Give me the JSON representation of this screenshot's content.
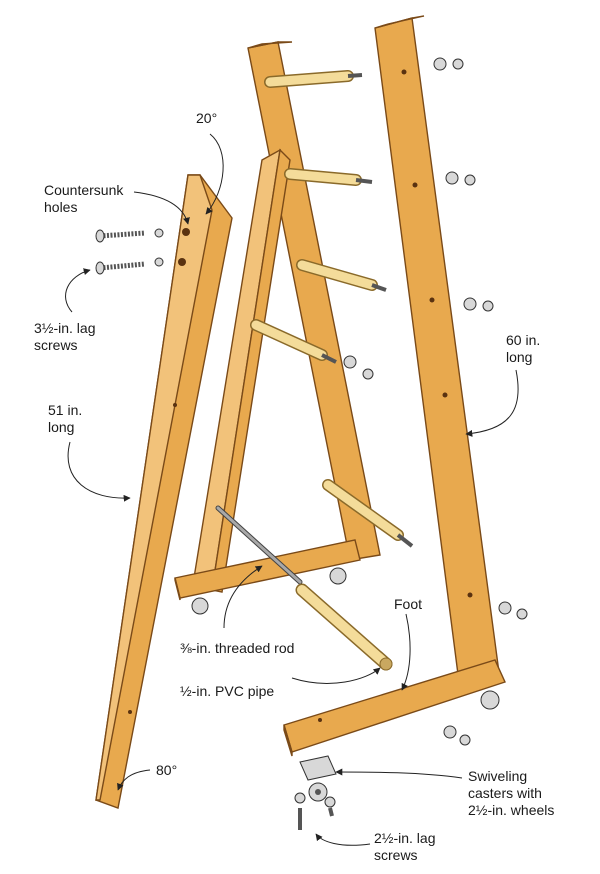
{
  "labels": {
    "angle_top": "20°",
    "countersunk_1": "Countersunk",
    "countersunk_2": "holes",
    "lag_top_1": "3½-in. lag",
    "lag_top_2": "screws",
    "len51_1": "51 in.",
    "len51_2": "long",
    "len60_1": "60 in.",
    "len60_2": "long",
    "threaded_rod": "⅜-in. threaded rod",
    "pvc_pipe": "½-in. PVC pipe",
    "foot": "Foot",
    "angle_bottom": "80°",
    "casters_1": "Swiveling",
    "casters_2": "casters with",
    "casters_3": "2½-in. wheels",
    "lag_bottom_1": "2½-in. lag",
    "lag_bottom_2": "screws"
  },
  "colors": {
    "wood": "#e8a94e",
    "pipe": "#f4dc9a",
    "hardware": "#d8d8d8"
  }
}
